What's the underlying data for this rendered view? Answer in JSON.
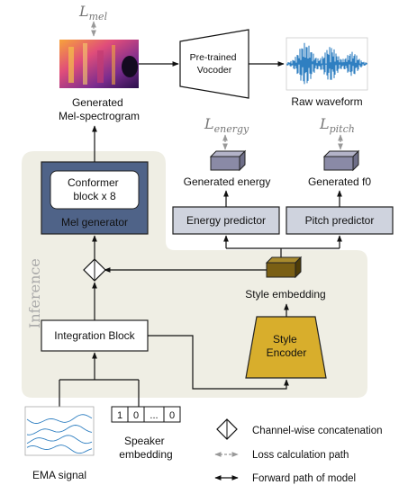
{
  "losses": {
    "mel": {
      "symbol": "L",
      "subscript": "mel"
    },
    "energy": {
      "symbol": "L",
      "subscript": "energy"
    },
    "pitch": {
      "symbol": "L",
      "subscript": "pitch"
    }
  },
  "blocks": {
    "generated_mel": [
      "Generated",
      "Mel-spectrogram"
    ],
    "vocoder": [
      "Pre-trained",
      "Vocoder"
    ],
    "raw_waveform": "Raw waveform",
    "generated_energy": "Generated energy",
    "generated_f0": "Generated f0",
    "energy_predictor": "Energy predictor",
    "pitch_predictor": "Pitch predictor",
    "conformer": [
      "Conformer",
      "block x 8"
    ],
    "mel_generator": "Mel generator",
    "inference": "Inference",
    "style_embedding": "Style embedding",
    "integration_block": "Integration Block",
    "style_encoder": [
      "Style",
      "Encoder"
    ],
    "ema_signal": "EMA signal",
    "speaker_vector": [
      "1",
      "0",
      "...",
      "0"
    ],
    "speaker_embedding": [
      "Speaker",
      "embedding"
    ]
  },
  "legend": {
    "concat": "Channel-wise concatenation",
    "loss_path": "Loss calculation path",
    "forward_path": "Forward path of model"
  },
  "colors": {
    "inference_bg": "#efeee4",
    "mel_generator": "#4f6388",
    "predictor": "#cfd3de",
    "style_encoder": "#d8ae2c",
    "style_embedding": "#7a5f14",
    "cube": "#8a8aa6"
  }
}
